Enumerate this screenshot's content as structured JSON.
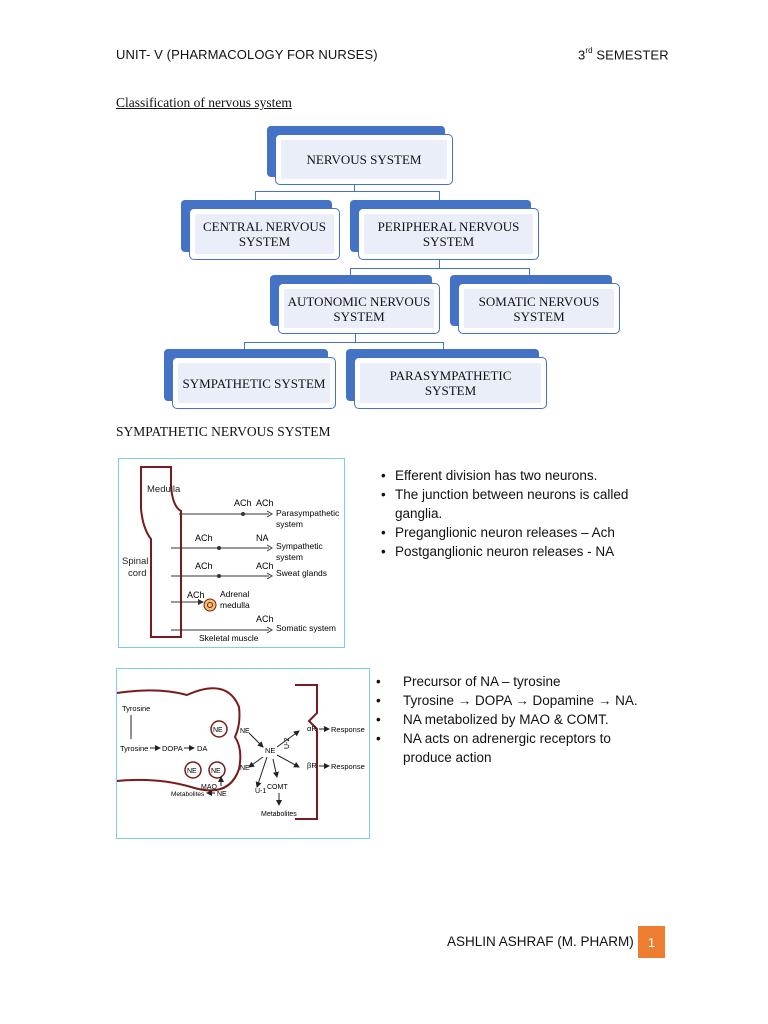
{
  "header": {
    "left": "UNIT- V (PHARMACOLOGY FOR NURSES)",
    "right_number": "3",
    "right_suffix": "rd",
    "right_word": " SEMESTER"
  },
  "section_title": "Classification of nervous system",
  "chart": {
    "nervous_system": "NERVOUS SYSTEM",
    "cns": "CENTRAL NERVOUS\nSYSTEM",
    "pns": "PERIPHERAL NERVOUS\nSYSTEM",
    "ans": "AUTONOMIC NERVOUS\nSYSTEM",
    "sons": "SOMATIC NERVOUS\nSYSTEM",
    "sympathetic": "SYMPATHETIC SYSTEM",
    "parasympathetic": "PARASYMPATHETIC\nSYSTEM",
    "accent_color": "#4472c4"
  },
  "sns_title": "SYMPATHETIC NERVOUS SYSTEM",
  "bullets1": [
    "Efferent division has two neurons.",
    "The junction between neurons is called ganglia.",
    "Preganglionic neuron releases – Ach",
    "Postganglionic neuron releases - NA"
  ],
  "bullets2": [
    "Precursor of NA – tyrosine",
    "Tyrosine → DOPA → Dopamine → NA.",
    "NA metabolized by MAO & COMT.",
    "NA acts on adrenergic receptors to produce action"
  ],
  "fig1": {
    "medulla": "Medulla",
    "spinal": "Spinal",
    "cord": "cord",
    "row1_left": "ACh",
    "row1_right": "ACh",
    "row1_target": "Parasympathetic",
    "row1_target2": "system",
    "row2_left": "ACh",
    "row2_right": "NA",
    "row2_target": "Sympathetic",
    "row2_target2": "system",
    "row3_left": "ACh",
    "row3_right": "ACh",
    "row3_target": "Sweat glands",
    "row4_left": "ACh",
    "row4_target": "Adrenal",
    "row4_target2": "medulla",
    "row5_right": "ACh",
    "row5_target": "Somatic system",
    "row5_bottom": "Skeletal muscle"
  },
  "fig2": {
    "tyrosine_top": "Tyrosine",
    "pathway_tyrosine": "Tyrosine",
    "pathway_dopa": "DOPA",
    "pathway_da": "DA",
    "ne": "NE",
    "mao": "MAO",
    "metabolites_left": "Metabolites",
    "metabolites_bottom": "Metabolites",
    "comt": "COMT",
    "u1": "U-1",
    "u2": "U-2",
    "alpha": "αR",
    "beta": "βR",
    "response": "Response"
  },
  "footer": {
    "name": "ASHLIN ASHRAF (M. PHARM)",
    "page": "1",
    "page_color": "#ed7d31"
  }
}
